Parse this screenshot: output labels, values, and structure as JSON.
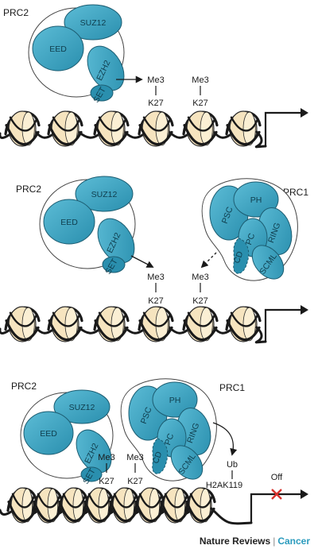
{
  "colors": {
    "protein_fill": "#3fa7c3",
    "protein_dark": "#1f7f9f",
    "protein_outline": "#1c5d72",
    "nucleosome_fill": "#f6e4bf",
    "nucleosome_stroke": "#2b2b2b",
    "dna": "#1a1a1a",
    "off_mark": "#d8322d",
    "brand_cancer": "#2a9bbd"
  },
  "panels": [
    {
      "complex_label": "PRC2",
      "subunits": [
        "SUZ12",
        "EED",
        "EZH2",
        "SET"
      ],
      "marks": [
        {
          "mod": "Me3",
          "residue": "K27"
        },
        {
          "mod": "Me3",
          "residue": "K27"
        }
      ]
    },
    {
      "complex_label_left": "PRC2",
      "complex_label_right": "PRC1",
      "prc2_subunits": [
        "SUZ12",
        "EED",
        "EZH2",
        "SET"
      ],
      "prc1_subunits": [
        "PSC",
        "PH",
        "RING",
        "PC",
        "CD",
        "SCML"
      ],
      "marks": [
        {
          "mod": "Me3",
          "residue": "K27"
        },
        {
          "mod": "Me3",
          "residue": "K27"
        }
      ]
    },
    {
      "complex_label_left": "PRC2",
      "complex_label_right": "PRC1",
      "prc2_subunits": [
        "SUZ12",
        "EED",
        "EZH2",
        "SET"
      ],
      "prc1_subunits": [
        "PSC",
        "PH",
        "RING",
        "PC",
        "CD",
        "SCML"
      ],
      "marks": [
        {
          "mod": "Me3",
          "residue": "K27"
        },
        {
          "mod": "Me3",
          "residue": "K27"
        }
      ],
      "ub_mark": {
        "mod": "Ub",
        "residue": "H2AK119"
      },
      "transcription_state": "Off"
    }
  ],
  "footer": {
    "journal": "Nature Reviews",
    "separator": "|",
    "section": "Cancer"
  }
}
